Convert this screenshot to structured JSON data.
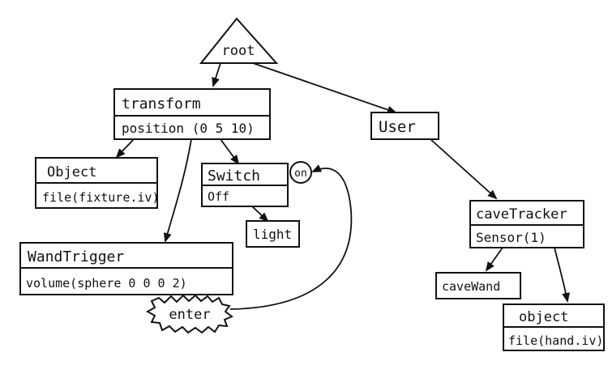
{
  "diagram": {
    "root": "root",
    "transform": {
      "title": "transform",
      "field": "position (0 5 10)"
    },
    "user": "User",
    "object": {
      "title": "Object",
      "field": "file(fixture.iv)"
    },
    "switch": {
      "title": "Switch",
      "field": "Off"
    },
    "on_label": "on",
    "light": "light",
    "wand_trigger": {
      "title": "WandTrigger",
      "field": "volume(sphere 0 0 0 2)"
    },
    "enter": "enter",
    "cave_tracker": {
      "title": "caveTracker",
      "field": "Sensor(1)"
    },
    "cave_wand": "caveWand",
    "hand_object": {
      "title": "object",
      "field": "file(hand.iv)"
    }
  }
}
